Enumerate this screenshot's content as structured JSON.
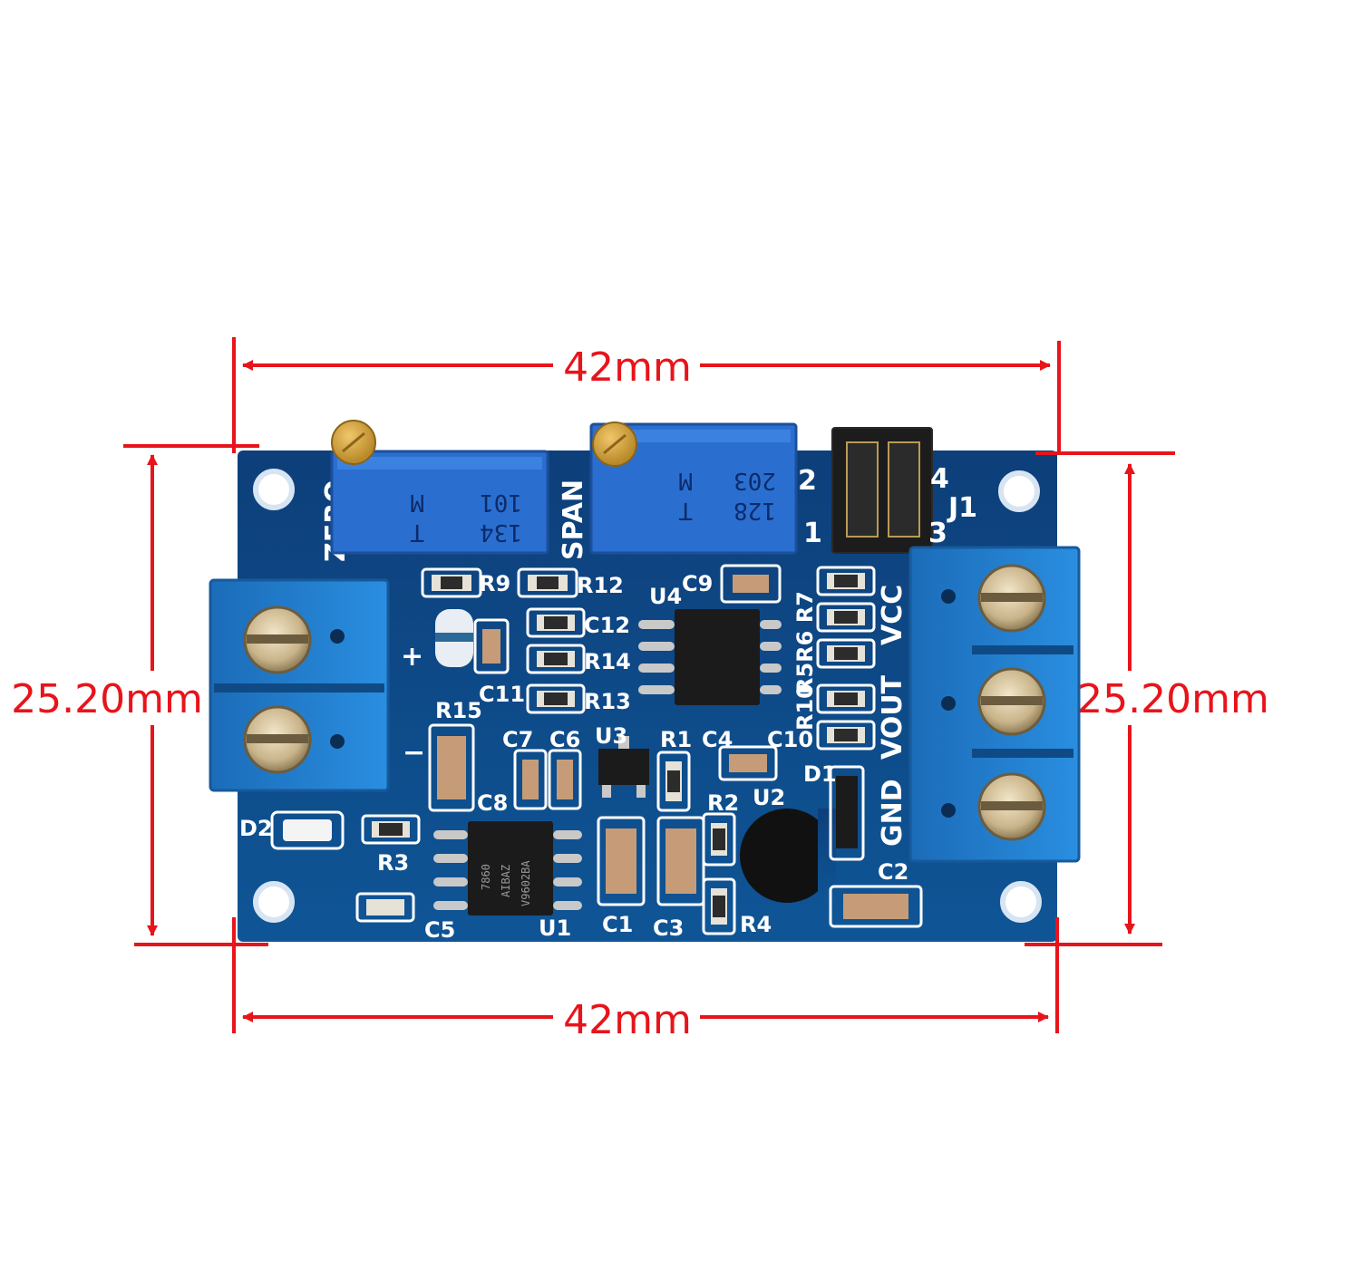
{
  "colors": {
    "dimension": "#e8141b",
    "board": "#0f4f8f",
    "terminal": "#1f7fcc",
    "potentiometer": "#2a6fd0"
  },
  "dimensions": {
    "top_width": "42mm",
    "bottom_width": "42mm",
    "left_height": "25.20mm",
    "right_height": "25.20mm"
  },
  "silkscreen": {
    "zero": "ZERO",
    "span": "SPAN",
    "pot_zero_code": "101",
    "pot_zero_sub": "134",
    "pot_span_code": "203",
    "pot_span_sub": "128",
    "pot_letter_m": "M",
    "pot_letter_t": "T",
    "j1": "J1",
    "jumper_pins": [
      "1",
      "2",
      "3",
      "4"
    ],
    "plus": "+",
    "minus": "−",
    "vcc": "VCC",
    "vout": "VOUT",
    "gnd": "GND",
    "u1": "U1",
    "u2": "U2",
    "u3": "U3",
    "u4": "U4",
    "r1": "R1",
    "r2": "R2",
    "r3": "R3",
    "r4": "R4",
    "r5r6r7": "R5R6 R7",
    "r9": "R9",
    "r10": "R10",
    "r12": "R12",
    "r13": "R13",
    "r14": "R14",
    "r15": "R15",
    "c1": "C1",
    "c2": "C2",
    "c3": "C3",
    "c4": "C4",
    "c5": "C5",
    "c6": "C6",
    "c7": "C7",
    "c8": "C8",
    "c9": "C9",
    "c10": "C10",
    "c11": "C11",
    "c12": "C12",
    "d1": "D1",
    "d2": "D2",
    "u1_marking_1": "7860",
    "u1_marking_2": "AIBAZ",
    "u1_marking_3": "V9602BA"
  }
}
